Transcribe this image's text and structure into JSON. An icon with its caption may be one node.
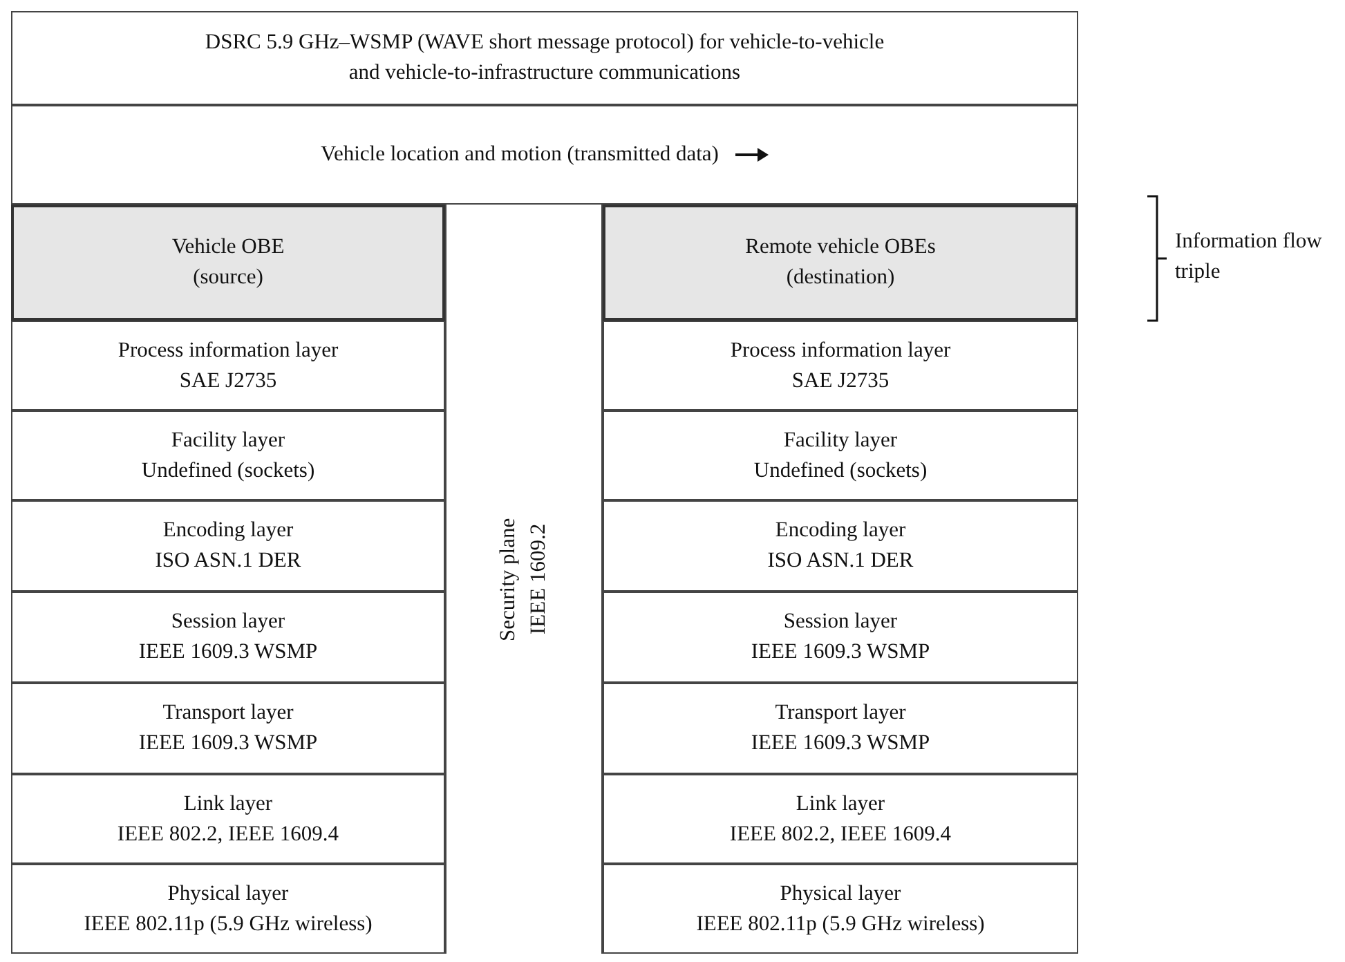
{
  "diagram": {
    "nodes": [
      {
        "text": [
          "DSRC 5.9 GHz–WSMP (WAVE short message protocol) for vehicle-to-vehicle and vehicle-to-infrastructure communications"
        ]
      },
      {
        "text": [
          "Vehicle location and motion (transmitted data)"
        ]
      },
      {
        "text": [
          "Vehicle OBE (source)"
        ]
      },
      {
        "text": [
          "Security plane IEEE 1609.2"
        ]
      },
      {
        "text": [
          "Remote vehicle OBEs (destination)"
        ]
      },
      {
        "text": [
          "Process information layer",
          "SAE J2735"
        ]
      },
      {
        "text": [
          "Process information layer",
          "SAE J2735"
        ]
      },
      {
        "text": [
          "Facility layer",
          "Undefined (sockets)"
        ]
      },
      {
        "text": [
          "Facility layer",
          "Undefined (sockets)"
        ]
      },
      {
        "text": [
          "Encoding layer",
          "ISO ASN.1 DER"
        ]
      },
      {
        "text": [
          "Encoding layer",
          "ISO ASN.1 DER"
        ]
      },
      {
        "text": [
          "Session layer",
          "IEEE 1609.3 WSMP"
        ]
      },
      {
        "text": [
          "Session layer",
          "IEEE 1609.3 WSMP"
        ]
      },
      {
        "text": [
          "Transport layer",
          "IEEE 1609.3 WSMP"
        ]
      },
      {
        "text": [
          "Transport layer",
          "IEEE 1609.3 WSMP"
        ]
      },
      {
        "text": [
          "Link layer",
          "IEEE 802.2, IEEE 1609.4"
        ]
      },
      {
        "text": [
          "Link layer",
          "IEEE 802.2, IEEE 1609.4"
        ]
      },
      {
        "text": [
          "Physical layer",
          "IEEE 802.11p (5.9 GHz wireless)"
        ]
      },
      {
        "text": [
          "Physical layer",
          "IEEE 802.11p (5.9 GHz wireless)"
        ]
      }
    ],
    "edges": [],
    "labels": [
      "Information flow triple"
    ]
  }
}
